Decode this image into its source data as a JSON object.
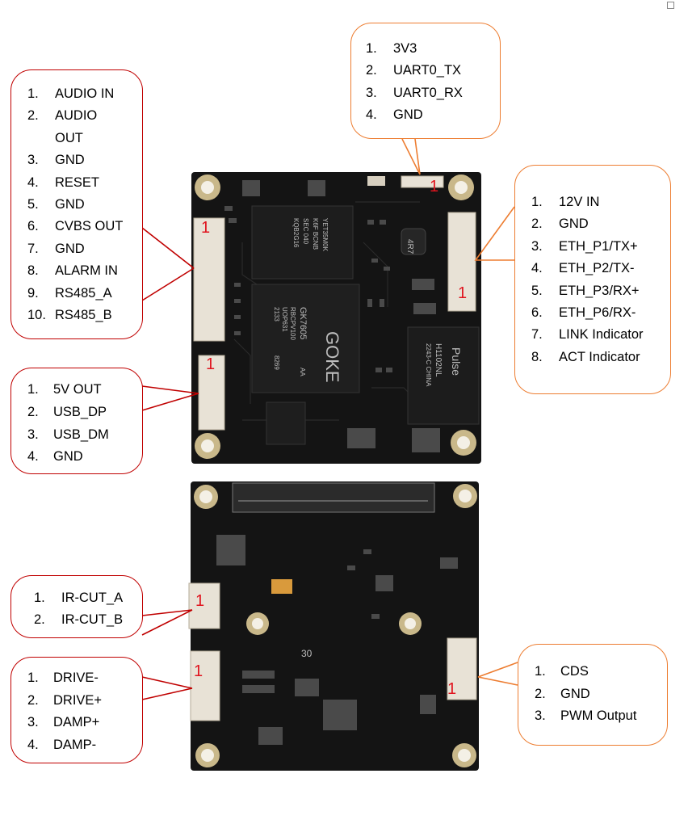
{
  "colors": {
    "red": "#c00000",
    "orange": "#ed7d31",
    "pcb": "#141414",
    "pin1_marker": "#e0141e"
  },
  "connector_pin1_label": "1",
  "callouts": {
    "audio_io": [
      {
        "n": "1.",
        "label": "AUDIO IN"
      },
      {
        "n": "2.",
        "label": "AUDIO"
      },
      {
        "n": "",
        "label": "OUT"
      },
      {
        "n": "3.",
        "label": "GND"
      },
      {
        "n": "4.",
        "label": "RESET"
      },
      {
        "n": "5.",
        "label": "GND"
      },
      {
        "n": "6.",
        "label": "CVBS OUT"
      },
      {
        "n": "7.",
        "label": "GND"
      },
      {
        "n": "8.",
        "label": "ALARM IN"
      },
      {
        "n": "9.",
        "label": "RS485_A"
      },
      {
        "n": "10.",
        "label": "RS485_B"
      }
    ],
    "uart": [
      {
        "n": "1.",
        "label": "3V3"
      },
      {
        "n": "2.",
        "label": "UART0_TX"
      },
      {
        "n": "3.",
        "label": "UART0_RX"
      },
      {
        "n": "4.",
        "label": "GND"
      }
    ],
    "eth": [
      {
        "n": "1.",
        "label": "12V IN"
      },
      {
        "n": "2.",
        "label": "GND"
      },
      {
        "n": "3.",
        "label": "ETH_P1/TX+"
      },
      {
        "n": "4.",
        "label": "ETH_P2/TX-"
      },
      {
        "n": "5.",
        "label": "ETH_P3/RX+"
      },
      {
        "n": "6.",
        "label": "ETH_P6/RX-"
      },
      {
        "n": "7.",
        "label": "LINK Indicator"
      },
      {
        "n": "8.",
        "label": "ACT Indicator"
      }
    ],
    "usb": [
      {
        "n": "1.",
        "label": "5V OUT"
      },
      {
        "n": "2.",
        "label": "USB_DP"
      },
      {
        "n": "3.",
        "label": "USB_DM"
      },
      {
        "n": "4.",
        "label": "GND"
      }
    ],
    "ircut": [
      {
        "n": "1.",
        "label": "IR-CUT_A"
      },
      {
        "n": "2.",
        "label": "IR-CUT_B"
      }
    ],
    "drive": [
      {
        "n": "1.",
        "label": "DRIVE-"
      },
      {
        "n": "2.",
        "label": "DRIVE+"
      },
      {
        "n": "3.",
        "label": "DAMP+"
      },
      {
        "n": "4.",
        "label": "DAMP-"
      }
    ],
    "cds": [
      {
        "n": "1.",
        "label": "CDS"
      },
      {
        "n": "2.",
        "label": "GND"
      },
      {
        "n": "3.",
        "label": "PWM Output"
      }
    ]
  },
  "board_markings": {
    "soc_brand": "GOKE",
    "soc_model": "GK7605",
    "soc_line2": "RBCPV100",
    "soc_line3": "UOP631",
    "soc_line4": "2133",
    "soc_line5": "8269",
    "soc_line6": "AA",
    "mem_line1": "YET35M0K",
    "mem_line2": "K6F BCNB",
    "mem_line3": "SEC 040",
    "mem_line4": "KQB2G16",
    "magnetics_brand": "Pulse",
    "magnetics_model": "H1102NL",
    "magnetics_code": "2243-C CHINA",
    "inductor": "4R7",
    "bottom_label": "30"
  }
}
